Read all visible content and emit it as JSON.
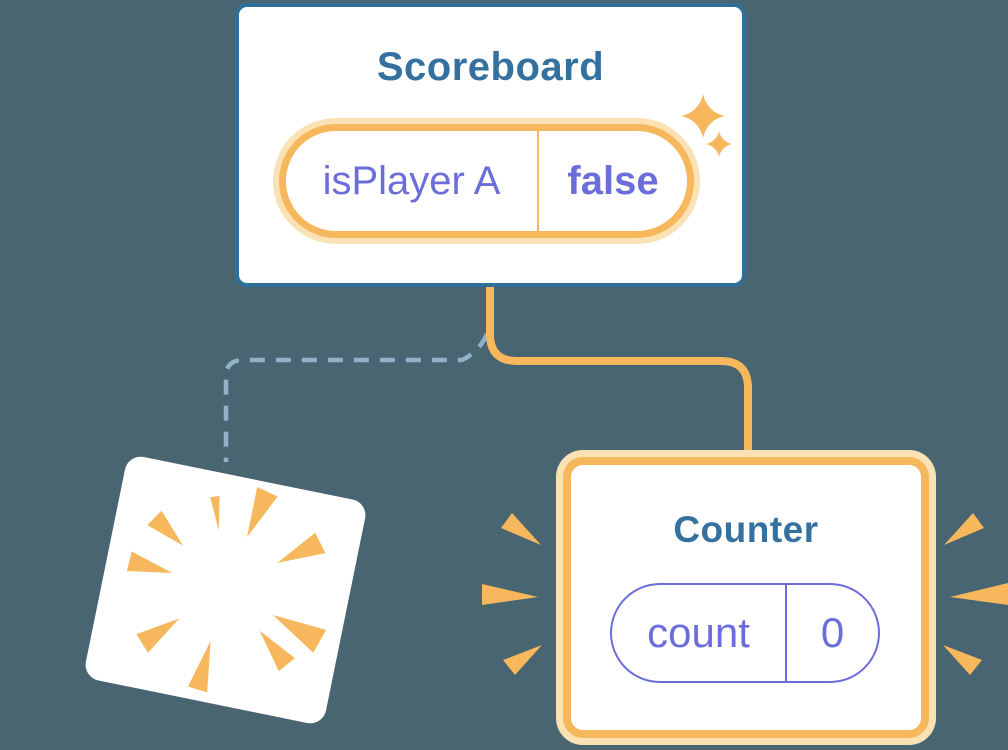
{
  "diagram": {
    "description": "component tree state diagram",
    "background_color": "#4A6572"
  },
  "colors": {
    "background": "#4A6572",
    "card_background": "#FFFFFF",
    "card_border_blue": "#2F6F9B",
    "title_text": "#35719F",
    "state_text_purple": "#6B6EDA",
    "highlight_orange": "#F6B75D",
    "highlight_halo": "#FBE2B5",
    "dashed_connector": "#8FB2C9"
  },
  "scoreboard": {
    "title": "Scoreboard",
    "state_pill": {
      "name": "isPlayer A",
      "value": "false"
    },
    "sparkle_icon": "four-point-sparkles"
  },
  "counter": {
    "title": "Counter",
    "state_pill": {
      "name": "count",
      "value": "0"
    },
    "emphasis_icon": "radiating-speed-lines"
  },
  "removed_card": {
    "poof_icon": "radial-burst"
  },
  "connectors": {
    "active_branch": {
      "style": "solid",
      "color": "#F6B75D"
    },
    "removed_branch": {
      "style": "dashed",
      "color": "#8FB2C9"
    }
  }
}
